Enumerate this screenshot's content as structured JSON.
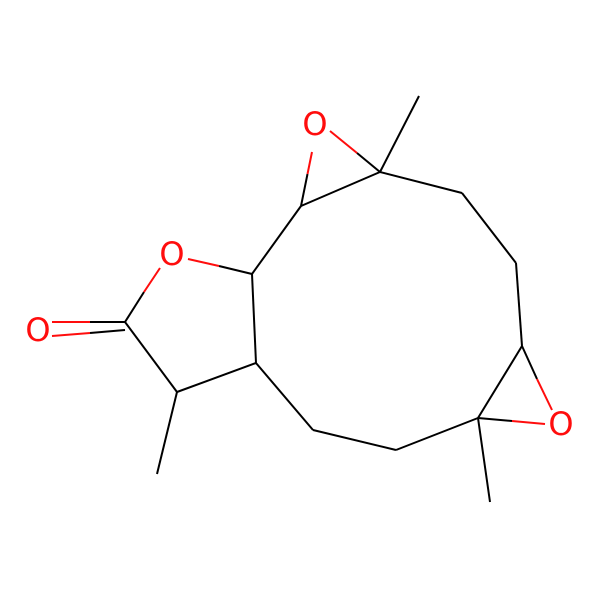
{
  "molecule": {
    "atoms": [
      {
        "id": "O1",
        "symbol": "O"
      },
      {
        "id": "O2",
        "symbol": "O"
      },
      {
        "id": "O3",
        "symbol": "O"
      },
      {
        "id": "O4",
        "symbol": "O"
      }
    ]
  },
  "colors": {
    "bond": "#000000",
    "oxygen": "#ff0d0d",
    "background": "#ffffff"
  }
}
